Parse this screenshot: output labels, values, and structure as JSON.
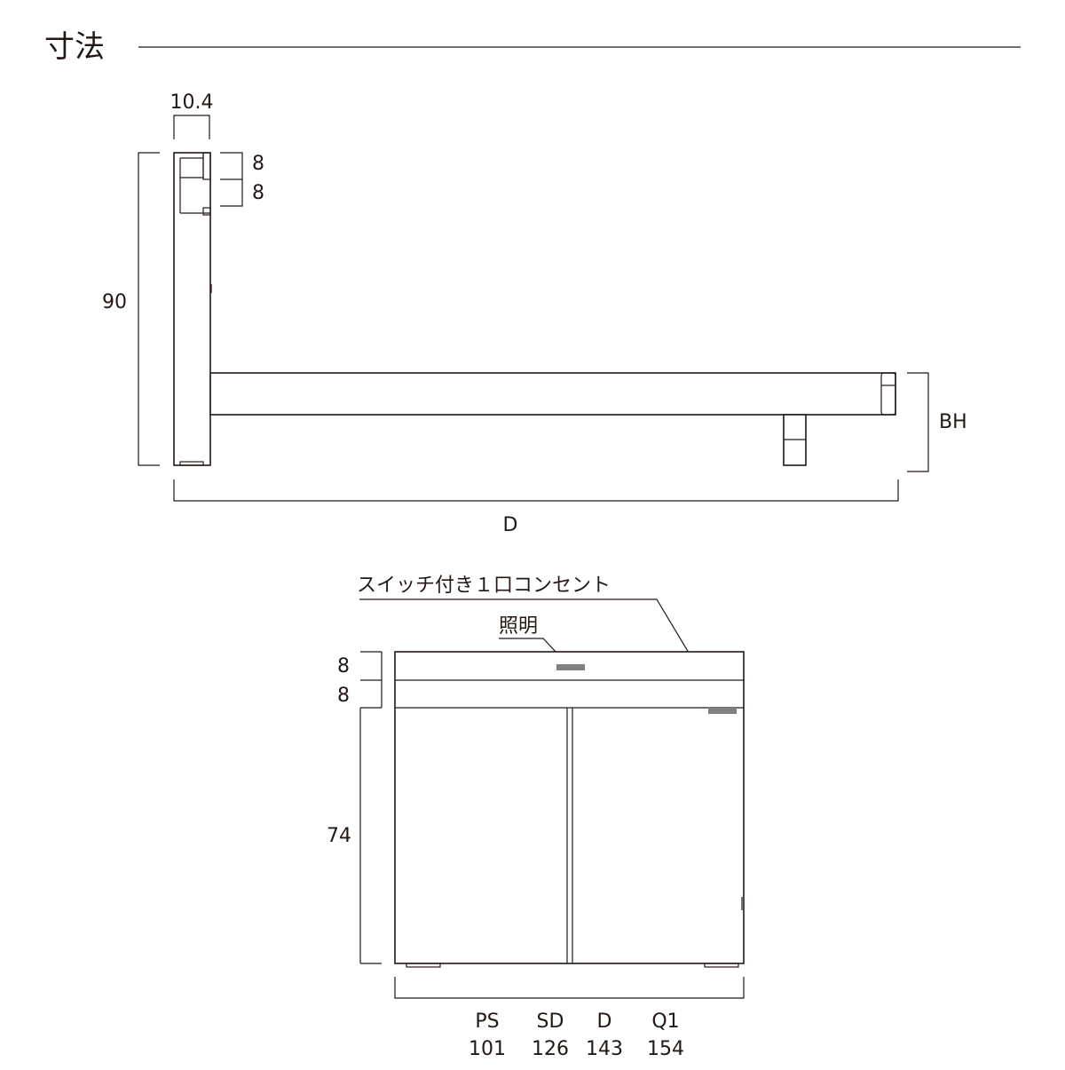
{
  "title": "寸法",
  "side_view": {
    "width_label": "10.4",
    "shelf_upper_label": "8",
    "shelf_lower_label": "8",
    "height_label": "90",
    "bh_label": "BH",
    "depth_label": "D"
  },
  "front_view": {
    "outlet_label": "スイッチ付き１口コンセント",
    "light_label": "照明",
    "upper_band_label": "8",
    "lower_band_label": "8",
    "body_height_label": "74",
    "size_table": {
      "headers": [
        "PS",
        "SD",
        "D",
        "Q1"
      ],
      "values": [
        "101",
        "126",
        "143",
        "154"
      ]
    }
  },
  "colors": {
    "line": "#231815",
    "accent": "#808080",
    "background": "#ffffff"
  }
}
